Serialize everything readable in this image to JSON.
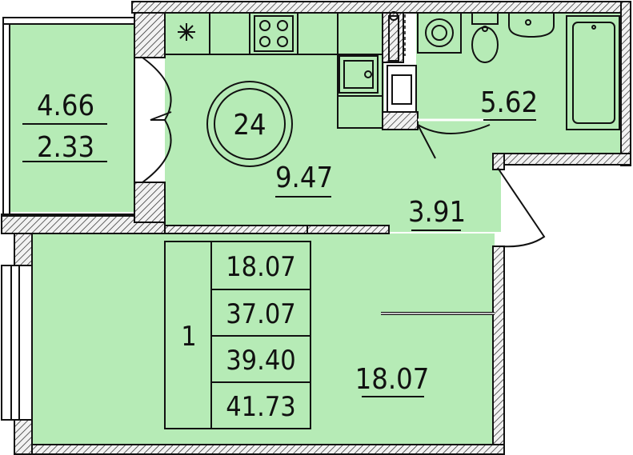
{
  "plan": {
    "apartment_number": "24",
    "rooms": {
      "balcony_area_full": "4.66",
      "balcony_area_reduced": "2.33",
      "kitchen_area": "9.47",
      "bathroom_area": "5.62",
      "hall_area": "3.91",
      "living_room_area": "18.07"
    },
    "summary": {
      "room_count": "1",
      "living_area": "18.07",
      "total_area": "37.07",
      "area_with_balcony_reduced": "39.40",
      "area_with_balcony_full": "41.73"
    }
  },
  "colors": {
    "floor": "#b6ebb6",
    "wall": "#e8e8e8",
    "line": "#111111"
  }
}
